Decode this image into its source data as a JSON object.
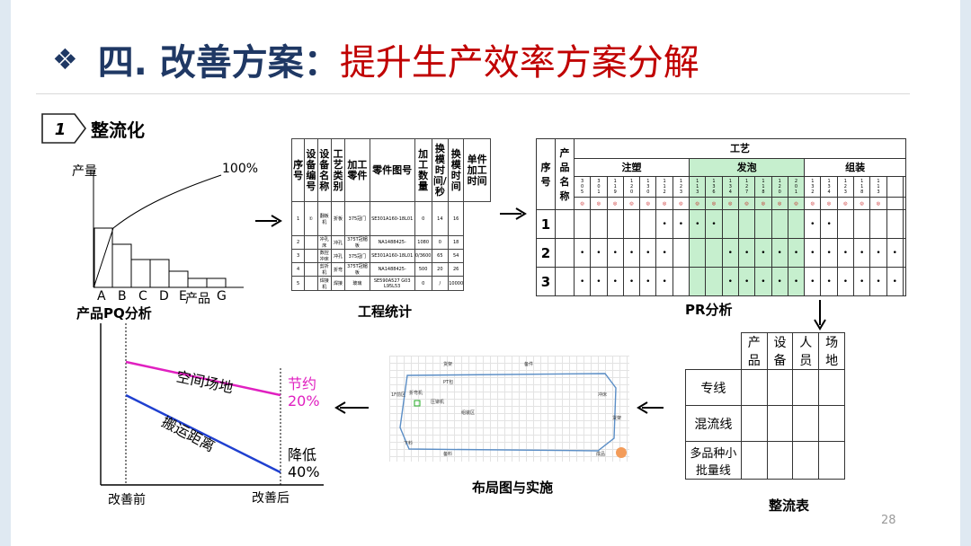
{
  "slide": {
    "title_prefix": "四. 改善方案：",
    "title_main": "提升生产效率方案分解",
    "page_number": "28",
    "step_number": "1",
    "step_title": "整流化"
  },
  "pq_chart": {
    "ylabel": "产量",
    "pct_label": "100%",
    "categories": [
      "A",
      "B",
      "C",
      "D",
      "E",
      "产品",
      "G"
    ],
    "caption": "产品PQ分析"
  },
  "process_table": {
    "caption": "工程统计",
    "headers": [
      "序号",
      "设备编号",
      "设备名称",
      "工艺类别",
      "加工零件",
      "零件图号",
      "加工数量",
      "换模时间/秒",
      "换模时间",
      "单件加工时间"
    ],
    "rows": [
      [
        "1",
        "①",
        "翻板机",
        "折板",
        "375冠门",
        "SE301A160-18L01",
        "0",
        "14",
        "16"
      ],
      [
        "2",
        "",
        "冲孔床",
        "冲孔",
        "375T冠楣板",
        "NA1488425-",
        "1080",
        "0",
        "18"
      ],
      [
        "3",
        "",
        "数控冲床",
        "冲孔",
        "375冠门",
        "SE301A160-18L01",
        "0/3600",
        "65",
        "54"
      ],
      [
        "4",
        "",
        "剪折机",
        "折弯",
        "375T冠楣板",
        "NA1488425-",
        "500",
        "20",
        "26"
      ],
      [
        "5",
        "",
        "焊接机",
        "焊接",
        "玻璃",
        "SE590A527 G03 L95L53",
        "0",
        "/",
        "10000"
      ]
    ]
  },
  "pr_table": {
    "caption": "PR分析",
    "header_main": "工艺",
    "col_seq": "序号",
    "col_name": "产品名称",
    "groups": [
      "注塑",
      "发泡",
      "组装"
    ],
    "rows": [
      "1",
      "2",
      "3"
    ],
    "dot": "•"
  },
  "zl_table": {
    "caption": "整流表",
    "headers": [
      "产品",
      "设备",
      "人员",
      "场地"
    ],
    "rows": [
      "专线",
      "混流线",
      "多品种小批量线"
    ]
  },
  "layout": {
    "caption": "布局图与实施",
    "labels": [
      "1F前区",
      "货架",
      "PT包",
      "折弯机",
      "压铆机",
      "组装区",
      "冲床",
      "货架",
      "下料",
      "备料",
      "成品",
      "备件"
    ]
  },
  "result_chart": {
    "line1_label": "空间场地",
    "line1_note": [
      "节约",
      "20%"
    ],
    "line2_label": "搬运距离",
    "line2_note": [
      "降低",
      "40%"
    ],
    "x_before": "改善前",
    "x_after": "改善后",
    "colors": {
      "space": "#e020c0",
      "distance": "#2040d0"
    }
  }
}
